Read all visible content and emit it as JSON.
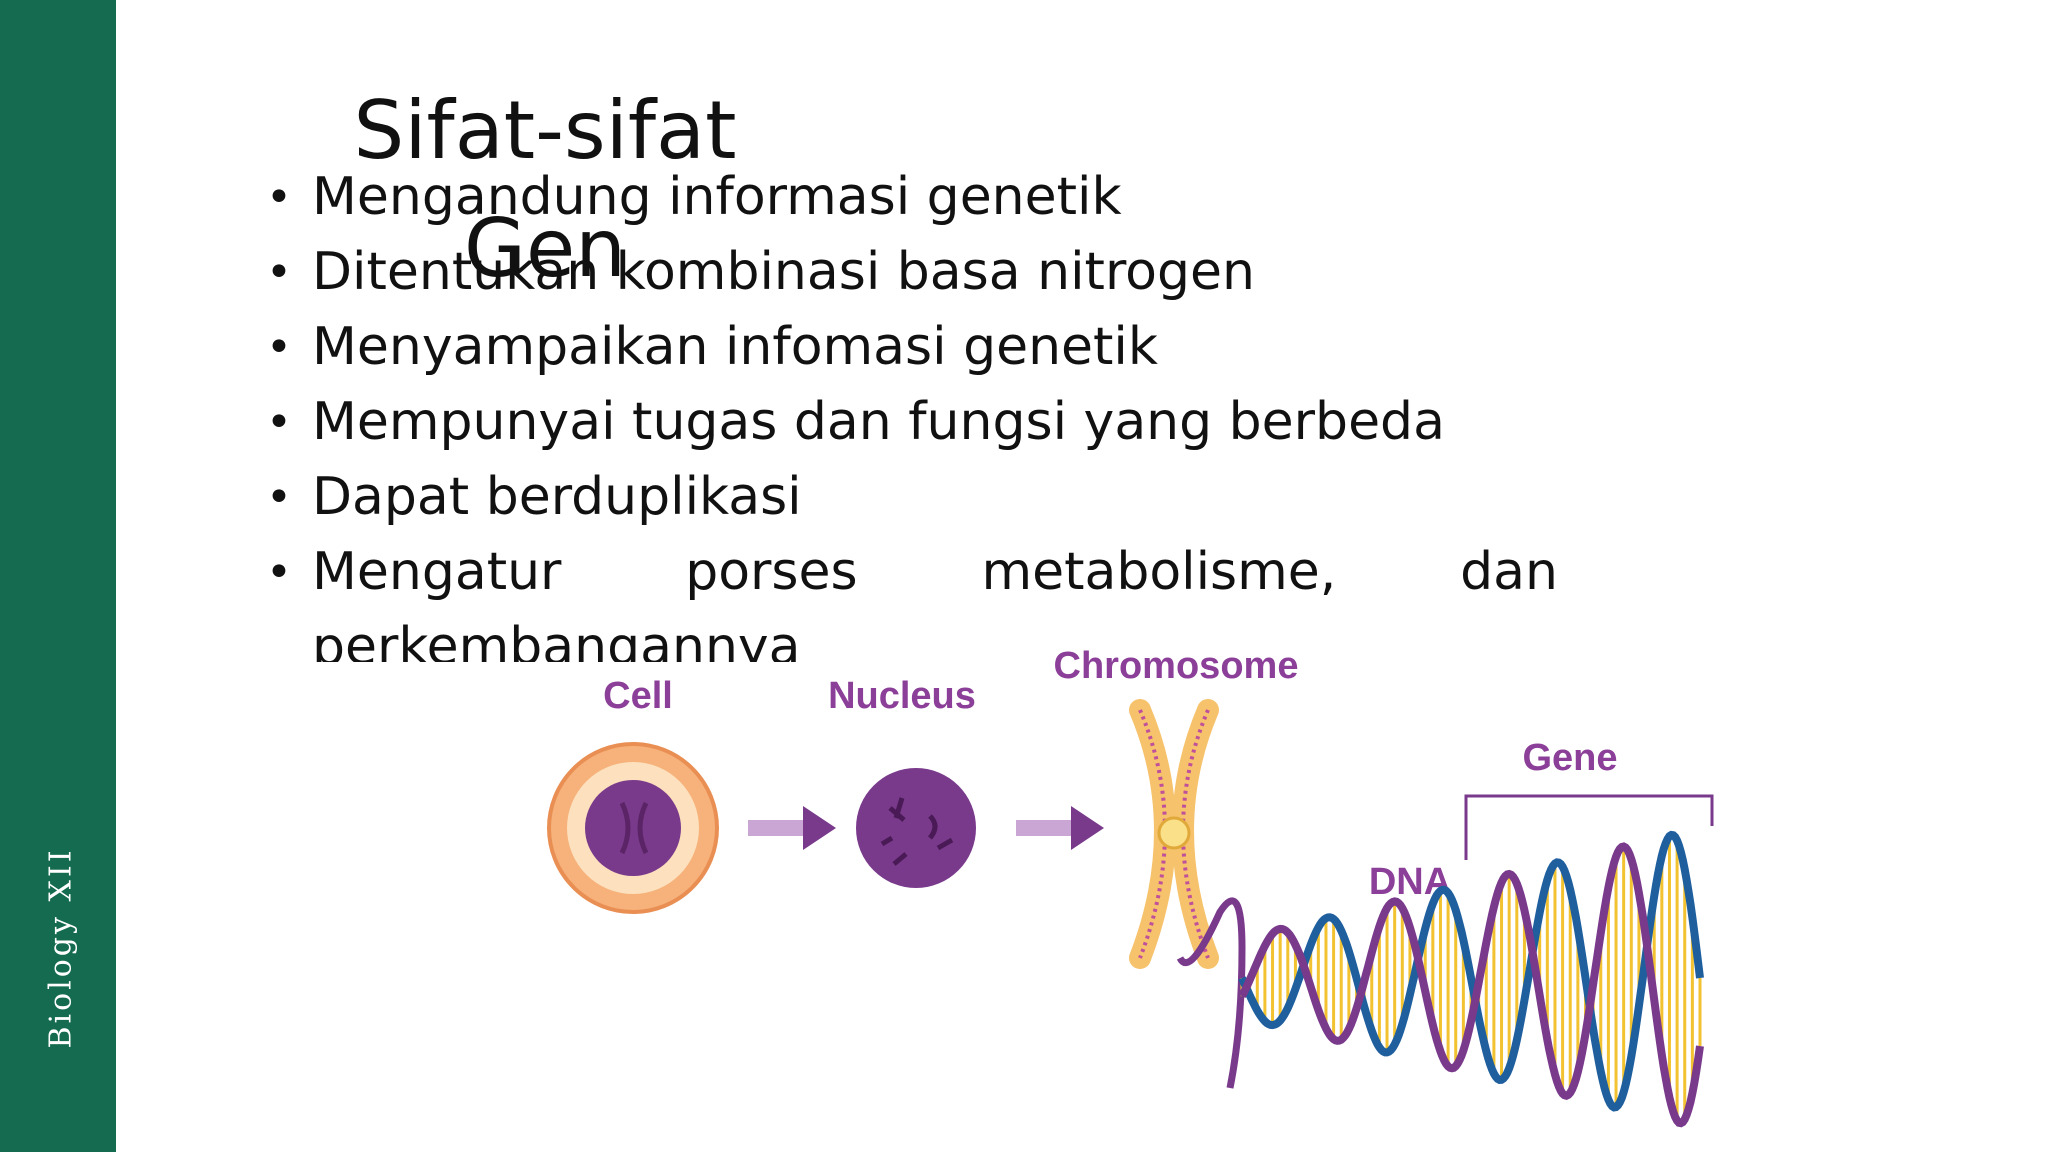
{
  "colors": {
    "sidebar": "#146b4f",
    "sidebar_text": "#ffffff",
    "purple": "#7a3a8c",
    "label_purple": "#8b3f98",
    "dna_blue": "#1f5f9e",
    "dna_yellow": "#f2c230",
    "cell_orange": "#f6b27a"
  },
  "sidebar": {
    "label": "Biology XII"
  },
  "slide": {
    "title": "Sifat-sifat Gen",
    "bullets": [
      "Mengandung informasi genetik",
      "Ditentukan kombinasi basa nitrogen",
      "Menyampaikan infomasi genetik",
      "Mempunyai tugas dan fungsi yang berbeda",
      "Dapat berduplikasi"
    ],
    "last_bullet_words": [
      "Mengatur",
      "porses",
      "metabolisme,",
      "dan"
    ],
    "last_bullet_tail": "perkembangannya"
  },
  "diagram": {
    "labels": {
      "cell": "Cell",
      "nucleus": "Nucleus",
      "chromosome": "Chromosome",
      "gene": "Gene",
      "dna": "DNA"
    }
  }
}
